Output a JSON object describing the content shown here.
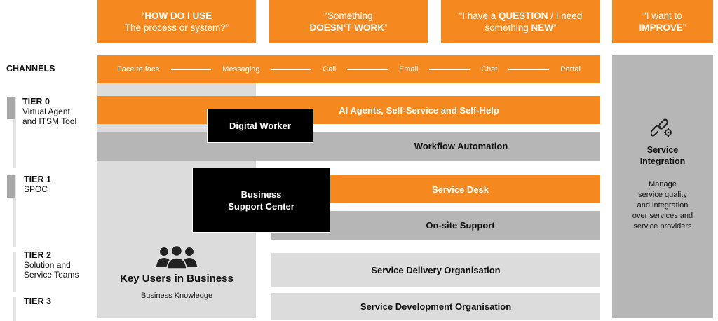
{
  "header": {
    "box1": {
      "line1_pre": "“",
      "line1_bold": "HOW DO I USE",
      "line2": "The process or system?”"
    },
    "box2": {
      "line1": "“Something",
      "line2_bold": "DOESN’T WORK",
      "line2_post": "”"
    },
    "box3": {
      "line1_pre": "“I have a ",
      "line1_bold": "QUESTION",
      "line1_post": " / I need",
      "line2_pre": "something ",
      "line2_bold": "NEW",
      "line2_post": "”"
    },
    "box4": {
      "line1": "“I want to",
      "line2_bold": "IMPROVE",
      "line2_post": "”"
    }
  },
  "channels": {
    "label": "CHANNELS",
    "items": [
      "Face to face",
      "Messaging",
      "Call",
      "Email",
      "Chat",
      "Portal"
    ]
  },
  "tiers": [
    {
      "title": "TIER 0",
      "subtitle_lines": [
        "Virtual Agent",
        "and ITSM Tool"
      ]
    },
    {
      "title": "TIER 1",
      "subtitle_lines": [
        "SPOC"
      ]
    },
    {
      "title": "TIER 2",
      "subtitle_lines": [
        "Solution and",
        "Service Teams"
      ]
    },
    {
      "title": "TIER 3",
      "subtitle_lines": []
    }
  ],
  "bars": {
    "ai_agents": "AI Agents, Self-Service and Self-Help",
    "workflow": "Workflow Automation",
    "service_desk": "Service Desk",
    "onsite": "On-site Support",
    "delivery": "Service Delivery Organisation",
    "development": "Service Development Organisation"
  },
  "boxes": {
    "digital_worker": "Digital Worker",
    "business_support_lines": [
      "Business",
      "Support Center"
    ]
  },
  "key_users": {
    "title": "Key Users in Business",
    "subtitle": "Business Knowledge",
    "icon": "users-group-icon"
  },
  "integration": {
    "icon": "link-gear-icon",
    "title_lines": [
      "Service",
      "Integration"
    ],
    "desc_lines": [
      "Manage",
      "service quality",
      "and integration",
      "over services and",
      "service providers"
    ]
  },
  "colors": {
    "orange": "#f5891f",
    "grey": "#b6b6b6",
    "light_grey": "#dcdcdc",
    "black": "#000000"
  }
}
